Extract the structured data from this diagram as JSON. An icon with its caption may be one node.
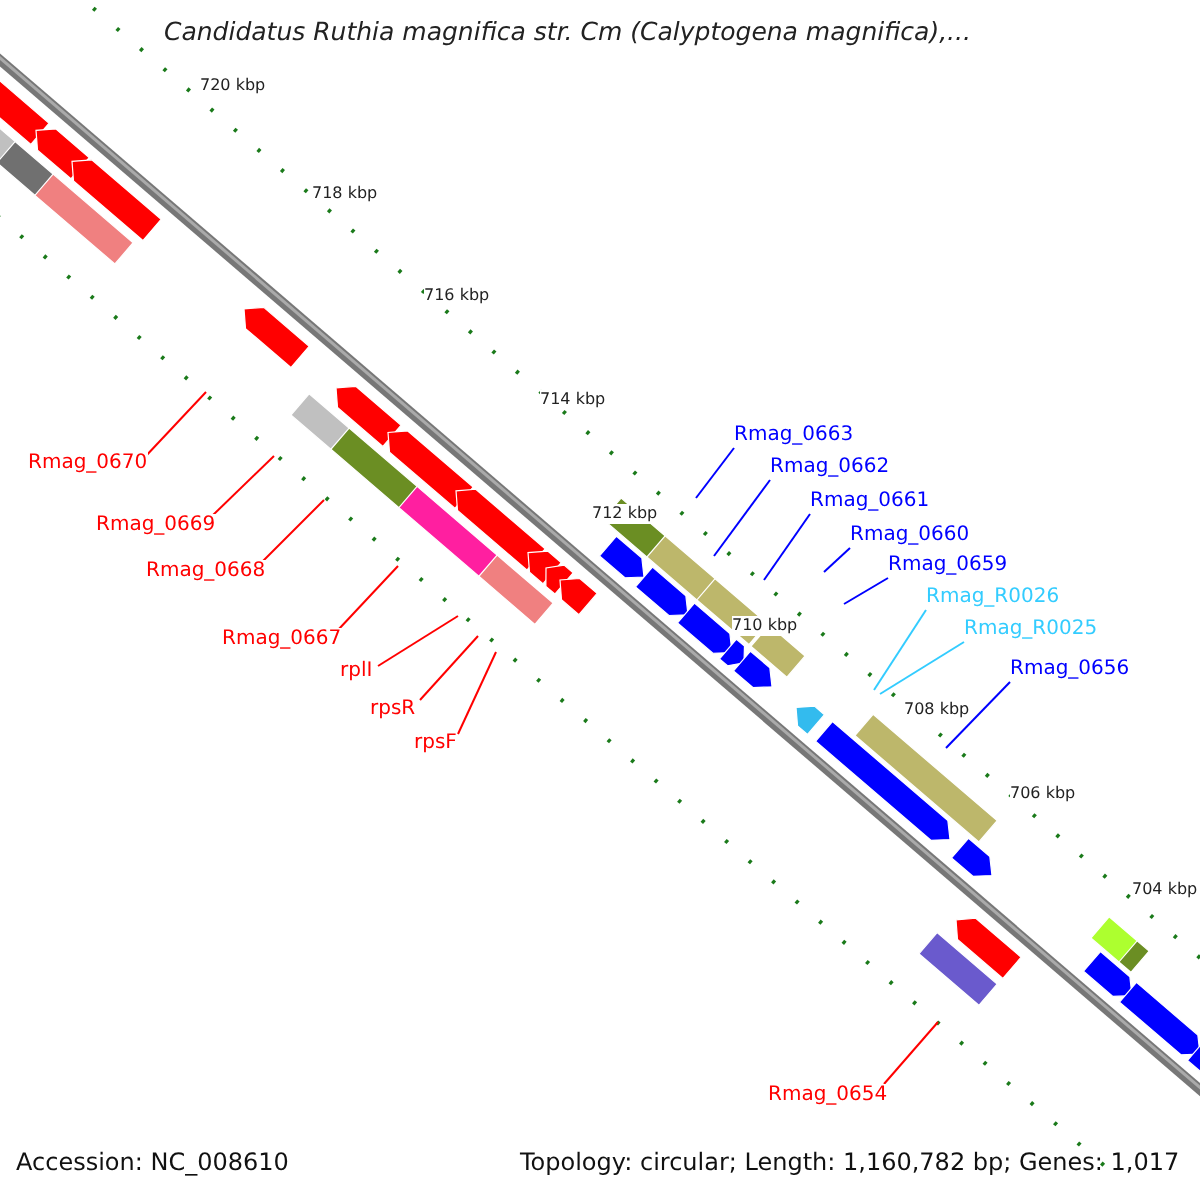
{
  "diagram": {
    "title": "Candidatus Ruthia magnifica str. Cm (Calyptogena magnifica),...",
    "nodes": [
      {
        "text": [
          "Rmag_0670"
        ]
      },
      {
        "text": [
          "Rmag_0669"
        ]
      },
      {
        "text": [
          "Rmag_0668"
        ]
      },
      {
        "text": [
          "Rmag_0667"
        ]
      },
      {
        "text": [
          "rplI"
        ]
      },
      {
        "text": [
          "rpsR"
        ]
      },
      {
        "text": [
          "rpsF"
        ]
      },
      {
        "text": [
          "Rmag_0663"
        ]
      },
      {
        "text": [
          "Rmag_0662"
        ]
      },
      {
        "text": [
          "Rmag_0661"
        ]
      },
      {
        "text": [
          "Rmag_0660"
        ]
      },
      {
        "text": [
          "Rmag_0659"
        ]
      },
      {
        "text": [
          "Rmag_R0026"
        ]
      },
      {
        "text": [
          "Rmag_R0025"
        ]
      },
      {
        "text": [
          "Rmag_0656"
        ]
      },
      {
        "text": [
          "Rmag_0654"
        ]
      }
    ],
    "edges": [
      {
        "from": 0,
        "to": null,
        "arrow": "none"
      },
      {
        "from": 1,
        "to": null,
        "arrow": "none"
      },
      {
        "from": 2,
        "to": null,
        "arrow": "none"
      },
      {
        "from": 3,
        "to": null,
        "arrow": "none"
      },
      {
        "from": 4,
        "to": null,
        "arrow": "none"
      },
      {
        "from": 5,
        "to": null,
        "arrow": "none"
      },
      {
        "from": 6,
        "to": null,
        "arrow": "none"
      },
      {
        "from": 7,
        "to": null,
        "arrow": "none",
        "color": "#0000ff"
      },
      {
        "from": 8,
        "to": null,
        "arrow": "none",
        "color": "#0000ff"
      },
      {
        "from": 9,
        "to": null,
        "arrow": "none",
        "color": "#0000ff"
      },
      {
        "from": 10,
        "to": null,
        "arrow": "none",
        "color": "#0000ff"
      },
      {
        "from": 11,
        "to": null,
        "arrow": "none",
        "color": "#0000ff"
      },
      {
        "from": 12,
        "to": null,
        "arrow": "none",
        "color": "#33ccff"
      },
      {
        "from": 13,
        "to": null,
        "arrow": "none",
        "color": "#33ccff"
      },
      {
        "from": 14,
        "to": null,
        "arrow": "none",
        "color": "#0000ff"
      },
      {
        "from": 15,
        "to": null,
        "arrow": "none"
      }
    ],
    "labels": [
      "720 kbp",
      "718 kbp",
      "716 kbp",
      "714 kbp",
      "712 kbp",
      "710 kbp",
      "708 kbp",
      "706 kbp",
      "704 kbp",
      "Accession: NC_008610",
      "Topology: circular; Length: 1,160,782 bp; Genes: 1,017"
    ]
  }
}
